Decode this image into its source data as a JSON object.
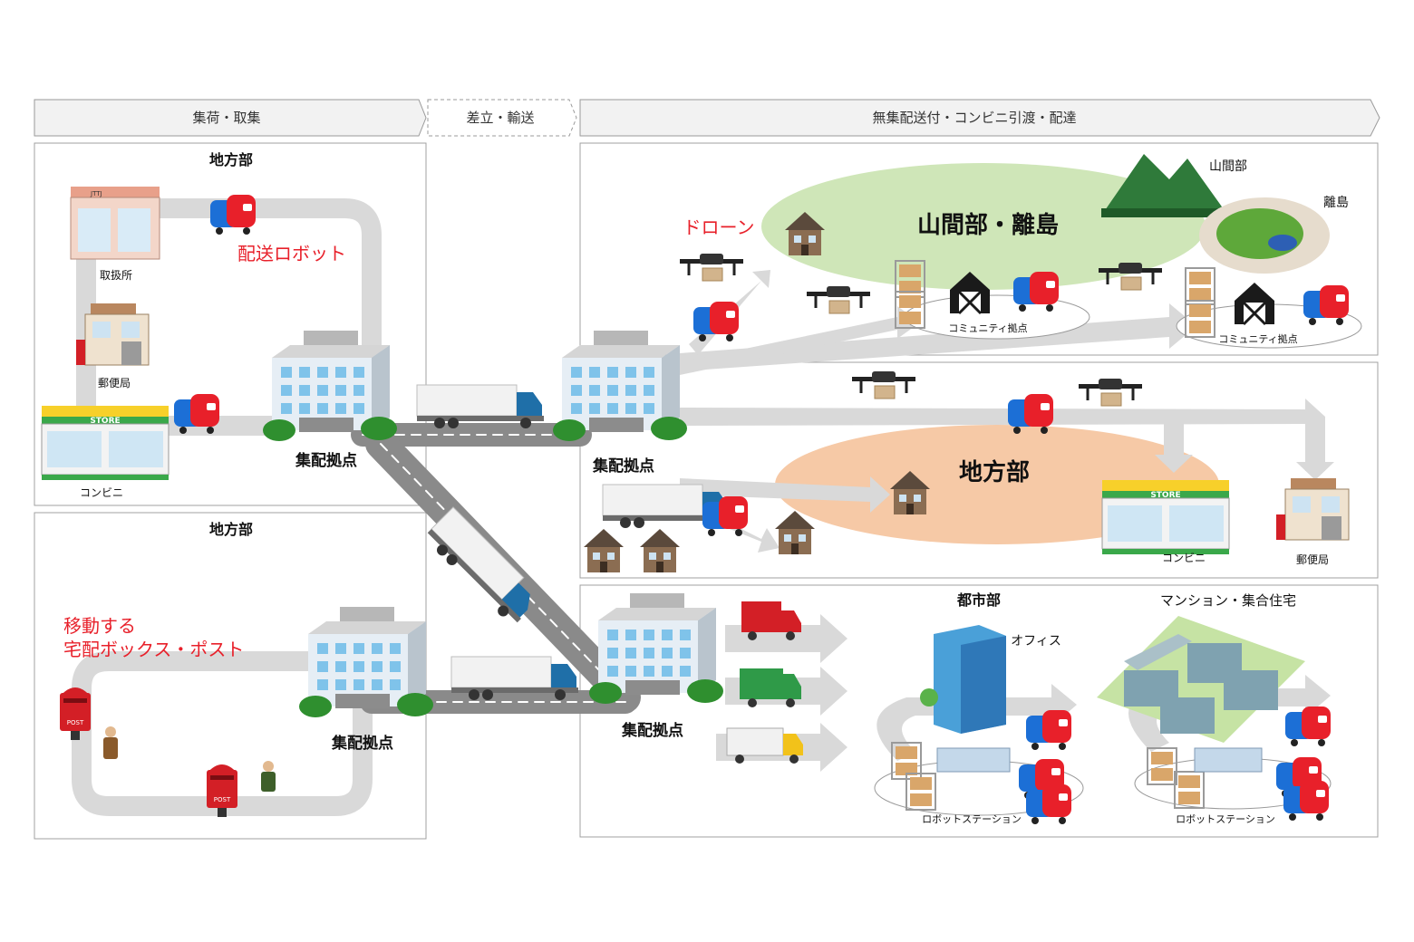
{
  "phases": {
    "collect": "集荷・取集",
    "transport": "差立・輸送",
    "deliver": "無集配送付・コンビニ引渡・配達"
  },
  "left_top": {
    "region": "地方部",
    "office": "取扱所",
    "robot": "配送ロボット",
    "post_office": "郵便局",
    "convenience": "コンビニ"
  },
  "left_bottom": {
    "region": "地方部",
    "moving_box_line1": "移動する",
    "moving_box_line2": "宅配ボックス・ポスト"
  },
  "hubs": {
    "hub1": "集配拠点",
    "hub2": "集配拠点",
    "hub3": "集配拠点",
    "hub4": "集配拠点"
  },
  "right_top": {
    "drone": "ドローン",
    "area": "山間部・離島",
    "mountain": "山間部",
    "island": "離島",
    "community1": "コミュニティ拠点",
    "community2": "コミュニティ拠点"
  },
  "right_mid": {
    "area": "地方部",
    "convenience": "コンビニ",
    "post_office": "郵便局"
  },
  "right_bottom": {
    "urban": "都市部",
    "office": "オフィス",
    "mansion": "マンション・集合住宅",
    "station1": "ロボットステーション",
    "station2": "ロボットステーション"
  },
  "icons": {
    "box_text": "POST",
    "store_sign": "STORE",
    "office_sign": "JTTJ"
  },
  "colors": {
    "robot_red": "#e8202a",
    "robot_blue": "#1c6fd6",
    "label_red": "#e8202a",
    "road": "#8a8a8a",
    "path": "#d9d9d9",
    "building": "#cfe3f3",
    "mountain_area": "#cfe6b8",
    "local_area": "#f6c9a6"
  }
}
